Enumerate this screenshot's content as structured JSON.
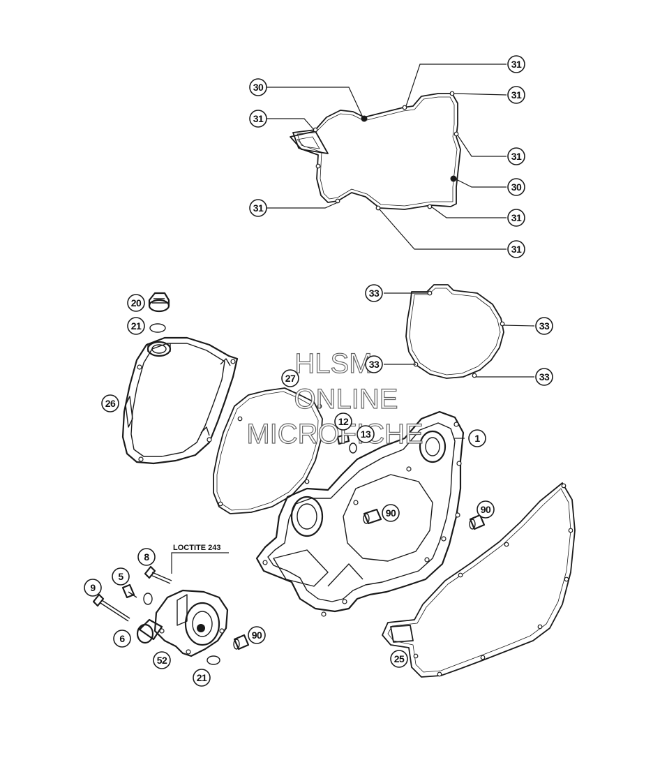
{
  "watermark": {
    "line1": "HLSM",
    "line2": "ONLINE",
    "line3": "MICROFICHE"
  },
  "note": {
    "loctite": "LOCTITE 243"
  },
  "callouts": {
    "c1": "1",
    "c5": "5",
    "c6": "6",
    "c8": "8",
    "c9": "9",
    "c12": "12",
    "c13": "13",
    "c20": "20",
    "c21a": "21",
    "c21b": "21",
    "c25": "25",
    "c26": "26",
    "c27": "27",
    "c30a": "30",
    "c30b": "30",
    "c31a": "31",
    "c31b": "31",
    "c31c": "31",
    "c31d": "31",
    "c31e": "31",
    "c31f": "31",
    "c31g": "31",
    "c33a": "33",
    "c33b": "33",
    "c33c": "33",
    "c33d": "33",
    "c52": "52",
    "c90a": "90",
    "c90b": "90",
    "c90c": "90"
  }
}
